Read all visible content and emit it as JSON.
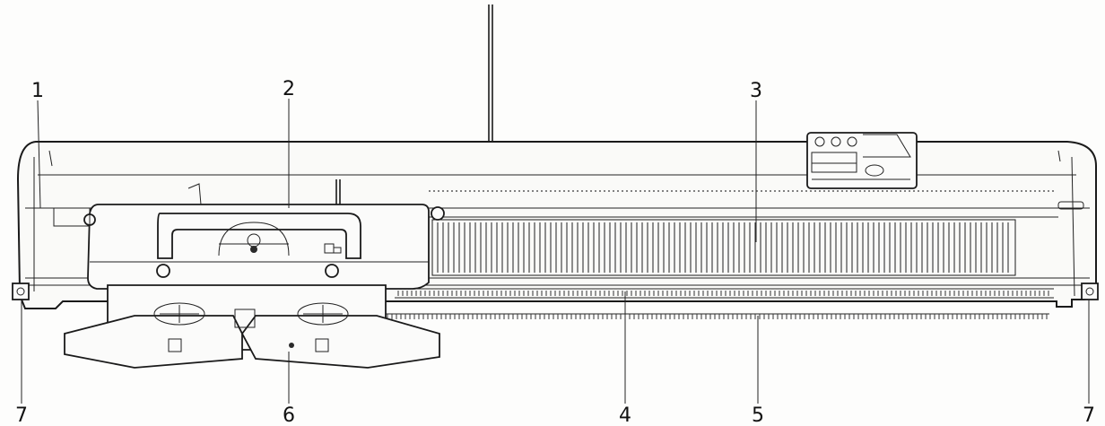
{
  "diagram": {
    "labels": [
      {
        "id": "l1",
        "text": "1"
      },
      {
        "id": "l2",
        "text": "2"
      },
      {
        "id": "l3",
        "text": "3"
      },
      {
        "id": "l4",
        "text": "4"
      },
      {
        "id": "l5",
        "text": "5"
      },
      {
        "id": "l6",
        "text": "6"
      },
      {
        "id": "l7a",
        "text": "7"
      },
      {
        "id": "l7b",
        "text": "7"
      }
    ],
    "colors": {
      "ink": "#1a1a1a",
      "paper": "#fdfdfc"
    }
  }
}
